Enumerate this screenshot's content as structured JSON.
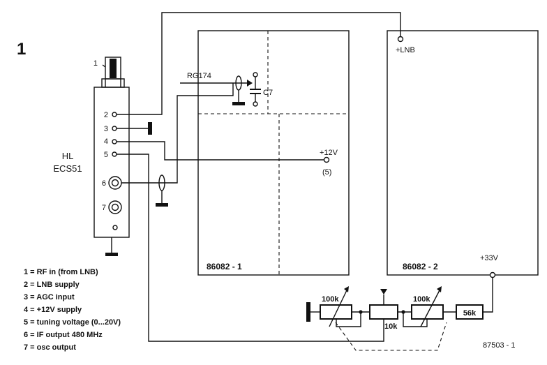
{
  "figure_number": "1",
  "module": {
    "line1": "HL",
    "line2": "ECS51"
  },
  "pins": [
    "1",
    "2",
    "3",
    "4",
    "5",
    "6",
    "7"
  ],
  "cable_label": "RG174",
  "capacitor_label": "C7",
  "supply_labels": {
    "lnb": "+LNB",
    "v12": "+12V",
    "v12_pin": "(5)",
    "v33": "+33V"
  },
  "boards": {
    "board1": "86082 - 1",
    "board2": "86082 - 2"
  },
  "components": {
    "pot1": "100k",
    "pot_center": "10k",
    "pot2": "100k",
    "resistor": "56k"
  },
  "figure_code": "87503 - 1",
  "legend": [
    "1 = RF in (from LNB)",
    "2 = LNB supply",
    "3 = AGC input",
    "4 = +12V supply",
    "5 = tuning voltage (0...20V)",
    "6 = IF output 480 MHz",
    "7 = osc output"
  ]
}
